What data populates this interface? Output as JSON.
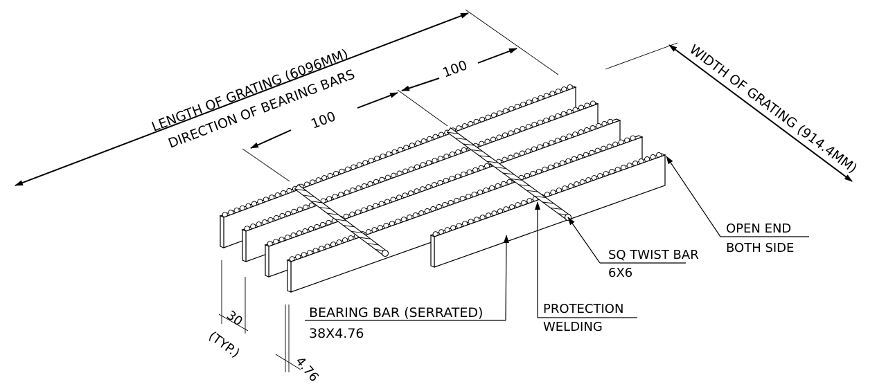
{
  "diagram": {
    "length_label": "LENGTH OF GRATING (6096MM)",
    "direction_label": "DIRECTION OF BEARING BARS",
    "width_label": "WIDTH OF GRATING (914.4MM)",
    "dim_100_front": "100",
    "dim_100_back": "100",
    "dim_30": "30",
    "dim_typ": "(TYP.)",
    "dim_476": "4.76",
    "callouts": {
      "bearing_bar_line1": "BEARING BAR (SERRATED)",
      "bearing_bar_line2": "38X4.76",
      "protection_line1": "PROTECTION",
      "protection_line2": "WELDING",
      "twist_line1": "SQ TWIST BAR",
      "twist_line2": "6X6",
      "open_end_line1": "OPEN END",
      "open_end_line2": "BOTH SIDE"
    }
  }
}
